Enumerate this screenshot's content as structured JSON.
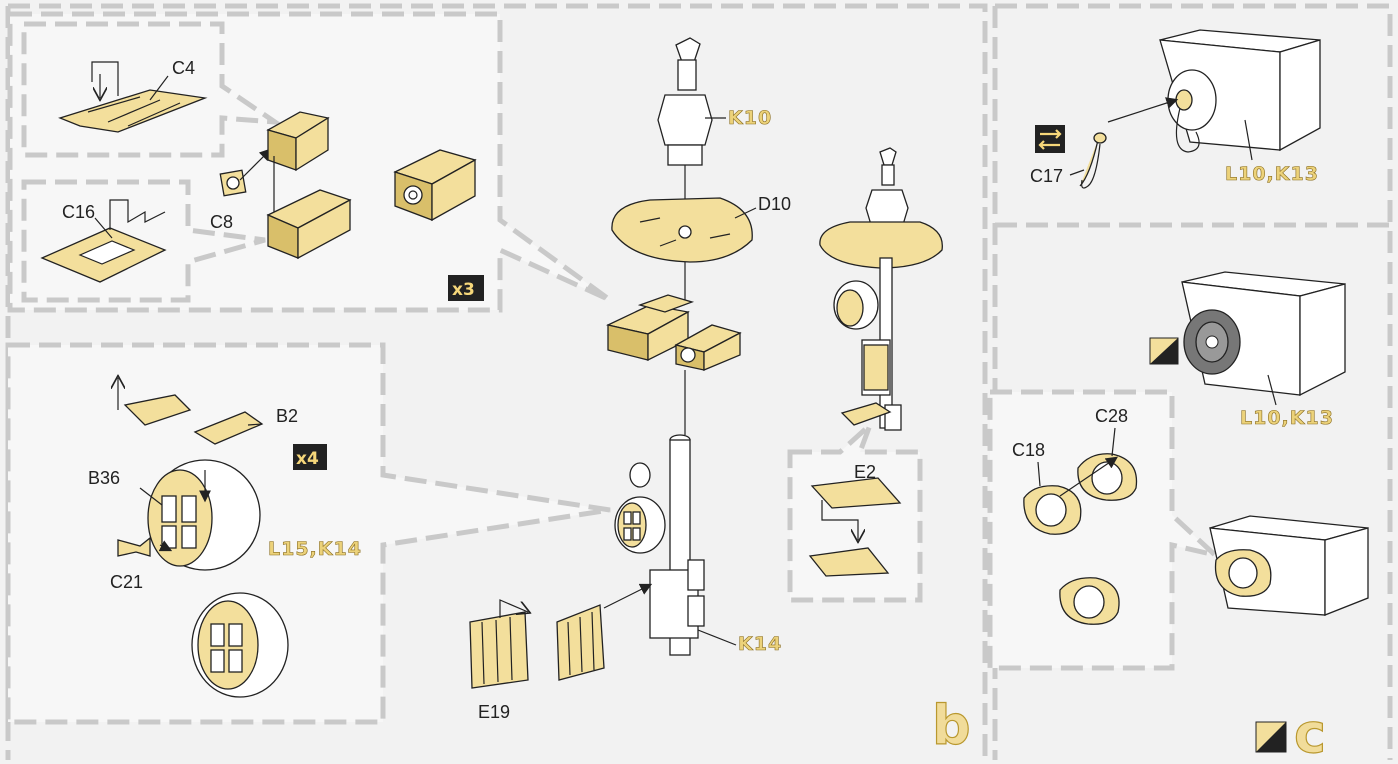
{
  "sections": {
    "b": {
      "letter": "b"
    },
    "c": {
      "letter": "c"
    }
  },
  "inset_top": {
    "labels": {
      "c4": "C4",
      "c8": "C8",
      "c16": "C16"
    },
    "multiplier": "x3"
  },
  "inset_left": {
    "labels": {
      "b2": "B2",
      "b36": "B36",
      "c21": "C21"
    },
    "multiplier": "x4",
    "paint": "L15,K14"
  },
  "center": {
    "labels": {
      "d10": "D10",
      "e19": "E19"
    },
    "paint": {
      "k10": "K10",
      "k14": "K14"
    }
  },
  "inset_e2": {
    "labels": {
      "e2": "E2"
    }
  },
  "section_c": {
    "top": {
      "labels": {
        "c17": "C17"
      },
      "paint": "L10,K13",
      "icon": "swap-icon"
    },
    "middle": {
      "paint": "L10,K13",
      "icon": "weathering-icon"
    },
    "inset": {
      "labels": {
        "c18": "C18",
        "c28": "C28"
      }
    }
  },
  "colors": {
    "brass": "#f3df9c",
    "paint_label": "#ecd27a",
    "background": "#f2f2f2",
    "frame": "#c9c9c9"
  }
}
